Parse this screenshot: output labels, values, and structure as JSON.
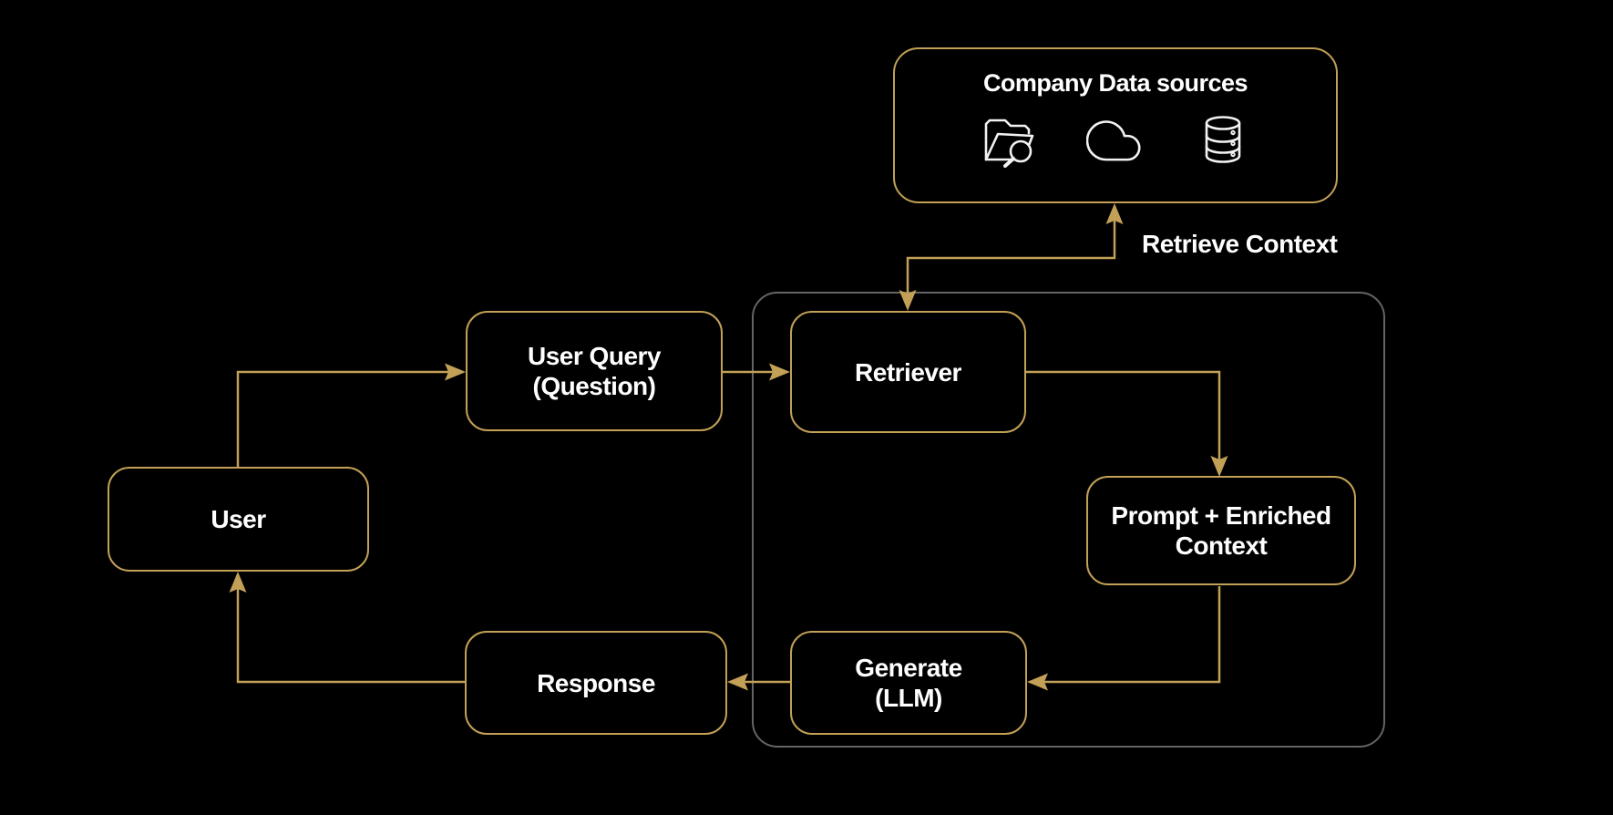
{
  "colors": {
    "background": "#000000",
    "gold": "#C2A157",
    "container": "#646464",
    "text": "#FFFFFF",
    "icon": "#F2F2F2"
  },
  "data_sources": {
    "title": "Company Data sources",
    "icons": [
      "folder-search",
      "cloud",
      "database"
    ]
  },
  "nodes": {
    "user": {
      "label": "User"
    },
    "user_query": {
      "label": "User Query\n(Question)"
    },
    "retriever": {
      "label": "Retriever"
    },
    "prompt_context": {
      "label": "Prompt + Enriched\nContext"
    },
    "generate": {
      "label": "Generate\n(LLM)"
    },
    "response": {
      "label": "Response"
    }
  },
  "edges": {
    "retrieve_context": {
      "label": "Retrieve Context",
      "from": "Retriever",
      "to": "Company Data sources",
      "bidirectional": true
    },
    "user_to_query": {
      "from": "User",
      "to": "User Query (Question)"
    },
    "query_to_retriever": {
      "from": "User Query (Question)",
      "to": "Retriever"
    },
    "retriever_to_prompt": {
      "from": "Retriever",
      "to": "Prompt + Enriched Context"
    },
    "prompt_to_generate": {
      "from": "Prompt + Enriched Context",
      "to": "Generate (LLM)"
    },
    "generate_to_response": {
      "from": "Generate (LLM)",
      "to": "Response"
    },
    "response_to_user": {
      "from": "Response",
      "to": "User"
    }
  }
}
